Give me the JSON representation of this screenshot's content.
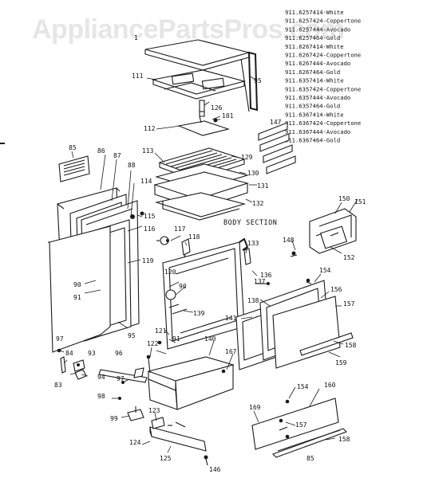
{
  "watermark": "AppliancePartsPros.com",
  "section_label": "BODY SECTION",
  "models": [
    "911.6257414-White",
    "911.6257424-Coppertone",
    "911.6257444-Avocado",
    "911.6257464-Gold",
    "911.6267414-White",
    "911.6267424-Coppertone",
    "911.6267444-Avocado",
    "911.6267464-Gold",
    "911.6357414-White",
    "911.6357424-Coppertone",
    "911.6357444-Avocado",
    "911.6357464-Gold",
    "911.6367414-White",
    "911.6367424-Coppertone",
    "911.6367444-Avocado",
    "911.6367464-Gold"
  ],
  "parts": {
    "p83": "83",
    "p84": "84",
    "p85": "85",
    "p86": "86",
    "p87": "87",
    "p88": "88",
    "p90a": "90",
    "p90b": "90",
    "p91a": "91",
    "p91b": "91",
    "p93": "93",
    "p94": "94",
    "p95a": "95",
    "p95b": "95",
    "p96": "96",
    "p97a": "97",
    "p97b": "97",
    "p98": "98",
    "p99": "99",
    "p101": "101",
    "p111": "111",
    "p112": "112",
    "p113": "113",
    "p114": "114",
    "p115": "115",
    "p116": "116",
    "p117": "117",
    "p118": "118",
    "p119": "119",
    "p120": "120",
    "p121": "121",
    "p122": "122",
    "p123": "123",
    "p124": "124",
    "p125": "125",
    "p126": "126",
    "p129": "129",
    "p130": "130",
    "p131": "131",
    "p132": "132",
    "p133": "133",
    "p136": "136",
    "p137": "137",
    "p138": "138",
    "p139": "139",
    "p140": "140",
    "p141": "141",
    "p146": "146",
    "p147": "147",
    "p148": "148",
    "p150": "150",
    "p151": "151",
    "p152": "152",
    "p154a": "154",
    "p154b": "154",
    "p156": "156",
    "p157a": "157",
    "p157b": "157",
    "p158a": "158",
    "p158b": "158",
    "p159": "159",
    "p160": "160",
    "p167": "167",
    "p169": "169",
    "p85b": "85",
    "pb1": "1"
  }
}
